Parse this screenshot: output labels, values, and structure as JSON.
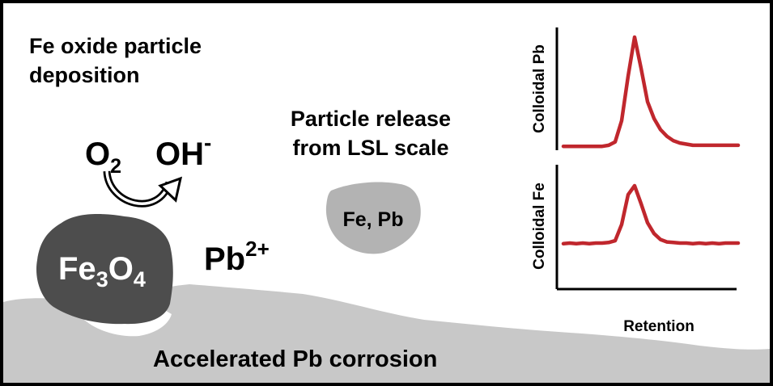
{
  "labels": {
    "deposition_line1": "Fe oxide particle",
    "deposition_line2": "deposition",
    "o2": "O",
    "o2_sub": "2",
    "oh": "OH",
    "oh_sup": "-",
    "release_line1": "Particle release",
    "release_line2": "from LSL scale",
    "fe_pb_particle": "Fe, Pb",
    "fe3o4_a": "Fe",
    "fe3o4_sub1": "3",
    "fe3o4_b": "O",
    "fe3o4_sub2": "4",
    "pb": "Pb",
    "pb_sup": "2+",
    "corrosion": "Accelerated Pb corrosion"
  },
  "colors": {
    "trace": "#c0272d",
    "scale": "#c8c8c8",
    "fe3o4": "#4d4d4d",
    "particle": "#b3b3b3"
  },
  "chart_data": [
    {
      "type": "line",
      "ylabel": "Colloidal Pb",
      "xlabel": "",
      "series": [
        {
          "values": [
            0.02,
            0.02,
            0.02,
            0.02,
            0.02,
            0.02,
            0.02,
            0.03,
            0.06,
            0.25,
            0.65,
            1.0,
            0.72,
            0.42,
            0.27,
            0.17,
            0.11,
            0.07,
            0.05,
            0.04,
            0.03,
            0.03,
            0.03,
            0.03,
            0.03,
            0.03,
            0.03,
            0.03
          ]
        }
      ]
    },
    {
      "type": "line",
      "ylabel": "Colloidal Fe",
      "xlabel": "Retention",
      "series": [
        {
          "values": [
            0.03,
            0.04,
            0.03,
            0.04,
            0.03,
            0.04,
            0.04,
            0.05,
            0.08,
            0.35,
            0.85,
            1.0,
            0.7,
            0.38,
            0.2,
            0.1,
            0.06,
            0.05,
            0.04,
            0.04,
            0.03,
            0.04,
            0.03,
            0.04,
            0.03,
            0.04,
            0.04,
            0.04
          ]
        }
      ]
    }
  ]
}
